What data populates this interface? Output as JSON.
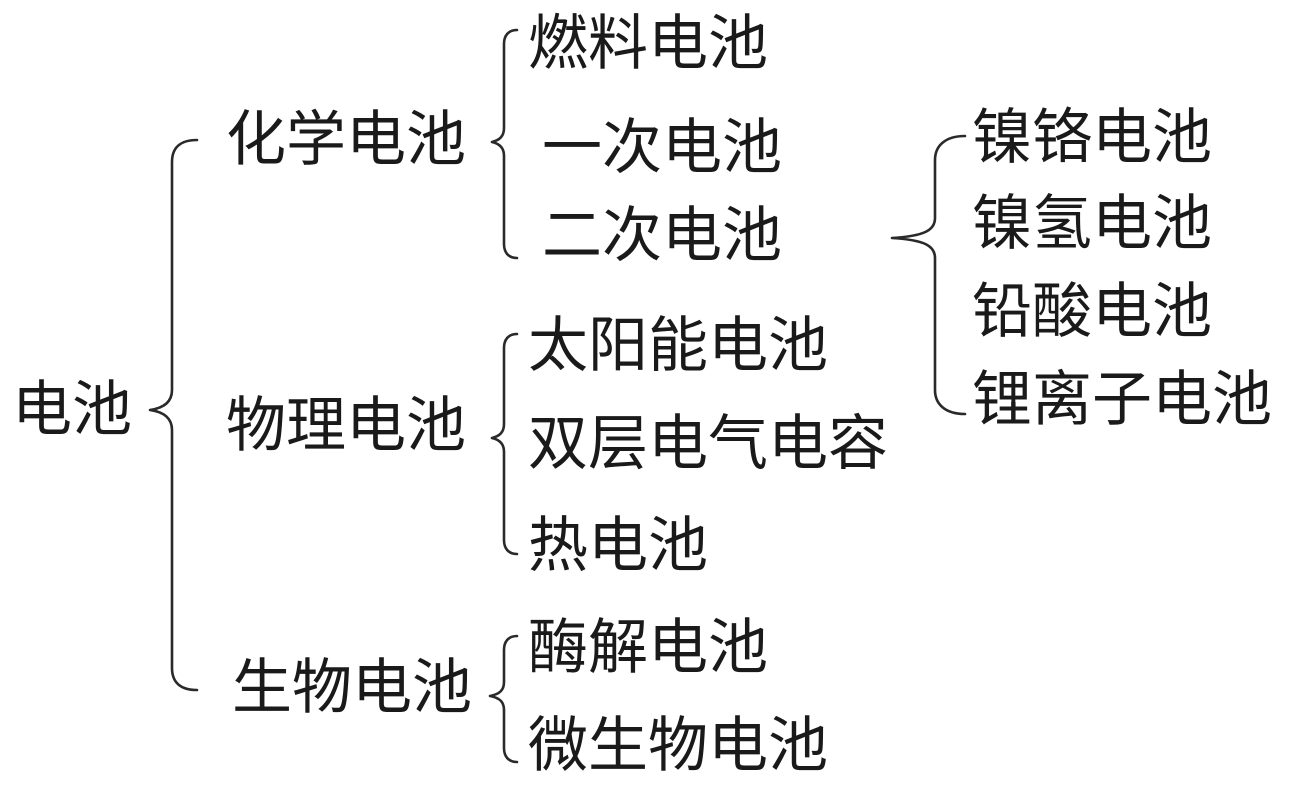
{
  "root": "电池",
  "chemical": {
    "label": "化学电池",
    "children": [
      "燃料电池",
      "一次电池",
      "二次电池"
    ],
    "secondary": [
      "镍铬电池",
      "镍氢电池",
      "铅酸电池",
      "锂离子电池"
    ]
  },
  "physical": {
    "label": "物理电池",
    "children": [
      "太阳能电池",
      "双层电气电容",
      "热电池"
    ]
  },
  "biological": {
    "label": "生物电池",
    "children": [
      "酶解电池",
      "微生物电池"
    ]
  }
}
